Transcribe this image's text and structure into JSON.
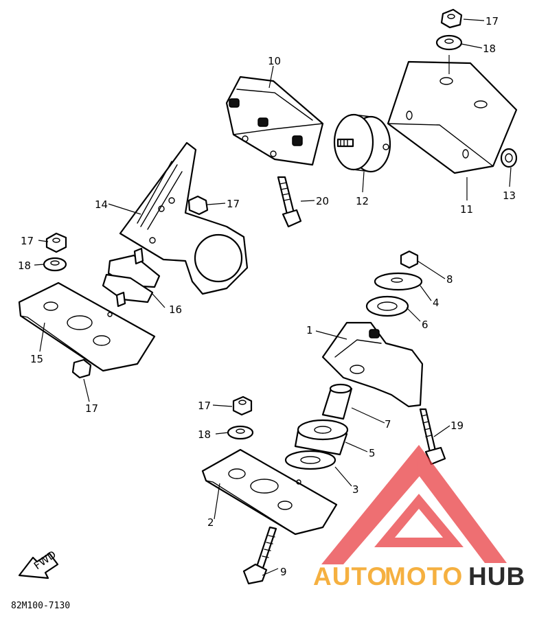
{
  "diagram": {
    "code": "82M100-7130",
    "fwd_label": "FWD",
    "colors": {
      "line": "#000000",
      "watermark_red": "#e8383d",
      "watermark_orange": "#f5b040",
      "watermark_dark": "#2b2b2b"
    },
    "callouts": [
      "17",
      "18",
      "10",
      "11",
      "13",
      "12",
      "20",
      "14",
      "17",
      "17",
      "18",
      "16",
      "15",
      "17",
      "8",
      "4",
      "6",
      "1",
      "7",
      "5",
      "3",
      "19",
      "17",
      "18",
      "2",
      "9"
    ]
  },
  "watermark": {
    "part1": "AUTO",
    "part2": "MOTO",
    "part3": "HUB"
  }
}
